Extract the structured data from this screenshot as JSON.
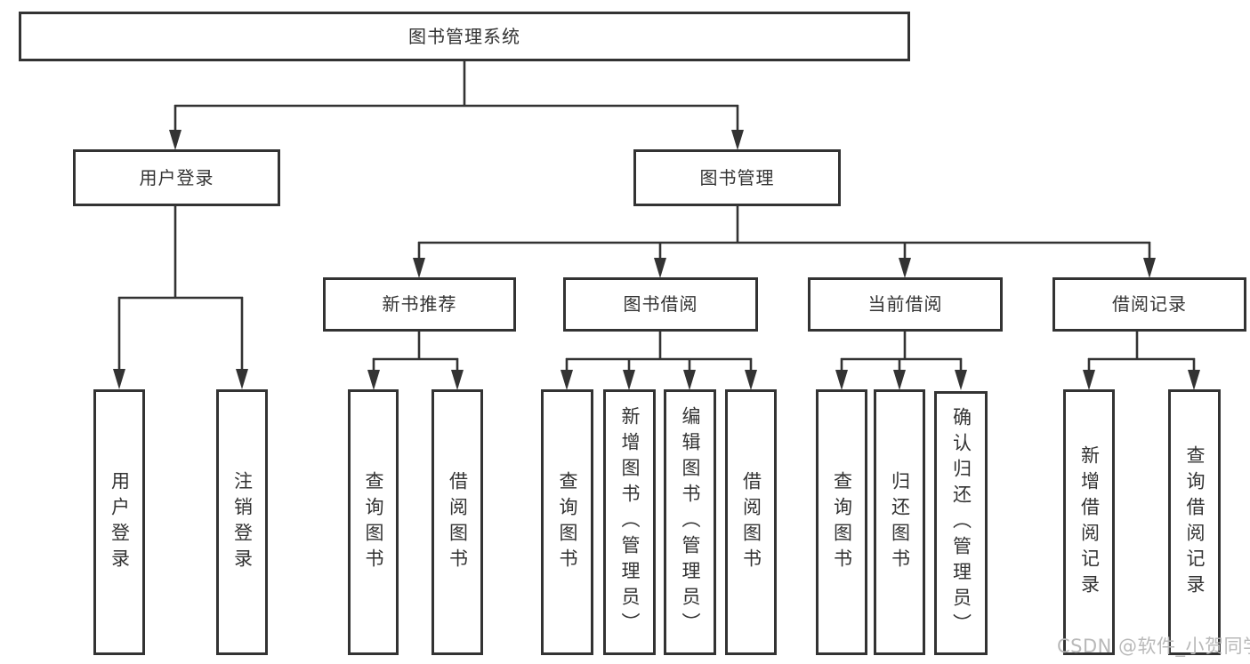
{
  "tree": {
    "label": "图书管理系统",
    "children": [
      {
        "label": "用户登录",
        "children": [
          {
            "label": "用户登录"
          },
          {
            "label": "注销登录"
          }
        ]
      },
      {
        "label": "图书管理",
        "children": [
          {
            "label": "新书推荐",
            "children": [
              {
                "label": "查询图书"
              },
              {
                "label": "借阅图书"
              }
            ]
          },
          {
            "label": "图书借阅",
            "children": [
              {
                "label": "查询图书"
              },
              {
                "label": "新增图书（管理员）"
              },
              {
                "label": "编辑图书（管理员）"
              },
              {
                "label": "借阅图书"
              }
            ]
          },
          {
            "label": "当前借阅",
            "children": [
              {
                "label": "查询图书"
              },
              {
                "label": "归还图书"
              },
              {
                "label": "确认归还（管理员）"
              }
            ]
          },
          {
            "label": "借阅记录",
            "children": [
              {
                "label": "新增借阅记录"
              },
              {
                "label": "查询借阅记录"
              }
            ]
          }
        ]
      }
    ]
  },
  "watermark": {
    "text": "CSDN @软件_小贺同学"
  },
  "colors": {
    "line": "#333333",
    "text": "#333333",
    "box_background": "#ffffff",
    "page_background": "#ffffff",
    "watermark": "#b9b9b9"
  }
}
